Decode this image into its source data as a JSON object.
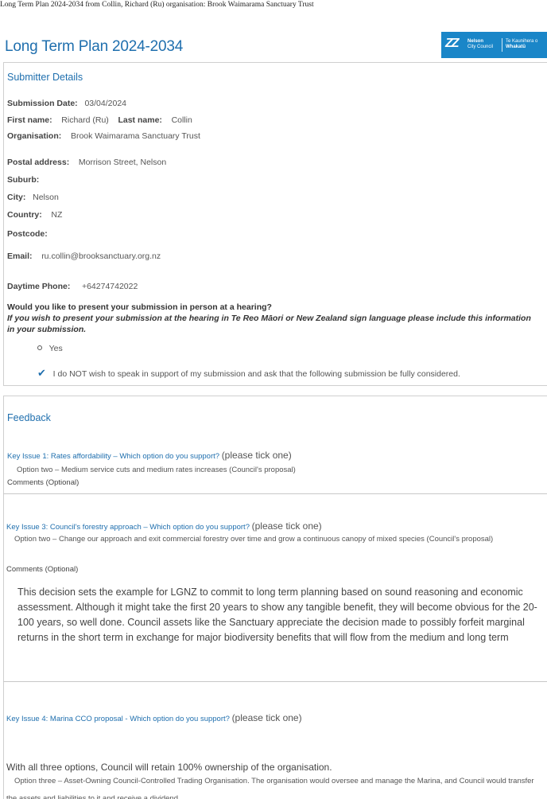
{
  "top_caption": "Long Term Plan 2024-2034 from Collin, Richard (Ru) organisation: Brook Waimarama Sanctuary Trust",
  "page_title": "Long Term Plan 2024-2034",
  "logo": {
    "mark": "ZZ",
    "line1": "Nelson",
    "line2": "City Council",
    "right1": "Te Kaunihera o",
    "right2": "Whakatū"
  },
  "submitter": {
    "section_title": "Submitter Details",
    "submission_date_label": "Submission Date:",
    "submission_date": "03/04/2024",
    "first_name_label": "First name:",
    "first_name": "Richard (Ru)",
    "last_name_label": "Last name:",
    "last_name": "Collin",
    "organisation_label": "Organisation:",
    "organisation": "Brook Waimarama Sanctuary Trust",
    "postal_label": "Postal address:",
    "postal": "Morrison Street, Nelson",
    "suburb_label": "Suburb:",
    "city_label": "City:",
    "city": "Nelson",
    "country_label": "Country:",
    "country": "NZ",
    "postcode_label": "Postcode:",
    "email_label": "Email:",
    "email": "ru.collin@brooksanctuary.org.nz",
    "phone_label": "Daytime Phone:",
    "phone": "+64274742022",
    "hearing_question": "Would you like to present your submission in person at a hearing?",
    "hearing_note": "If you wish to present your submission at the hearing in Te Reo Māori or New Zealand sign language please include this information in your submission.",
    "option_yes": "Yes",
    "option_no": "I do NOT wish to speak in support of my submission and ask that the following submission be fully considered."
  },
  "feedback": {
    "section_title": "Feedback",
    "tick_one": "(please tick one)",
    "comments_label": "Comments (Optional)",
    "issue1_title": "Key Issue 1: Rates affordability – Which option do you support?",
    "issue1_answer": "Option two – Medium service cuts and medium rates increases (Council's proposal)",
    "issue3_title": "Key Issue 3: Council's forestry approach – Which option do you support?",
    "issue3_answer": "Option two – Change our approach and exit commercial forestry over time and grow a continuous canopy of mixed species (Council's proposal)",
    "issue3_comment": "This decision sets the example for LGNZ to commit to long term planning based on sound reasoning and economic assessment. Although it might take the first 20 years to show any tangible benefit, they will become obvious for the 20-100 years, so well done. Council assets like the Sanctuary appreciate the decision made to possibly forfeit marginal returns in the short term in exchange for major biodiversity benefits that will flow from the medium and long term",
    "issue4_title": "Key Issue 4: Marina CCO proposal - Which option do you support?",
    "issue4_intro": "With all three options, Council will retain 100% ownership of the organisation.",
    "issue4_answer": "Option three – Asset-Owning Council-Controlled Trading Organisation. The organisation would oversee and manage the Marina, and Council would transfer the assets and liabilities to it and receive a dividend."
  },
  "colors": {
    "accent_blue": "#1f6fae",
    "logo_blue": "#1a86c8"
  },
  "icons": {
    "radio": "radio-unchecked-icon",
    "tick": "checkmark-icon"
  }
}
